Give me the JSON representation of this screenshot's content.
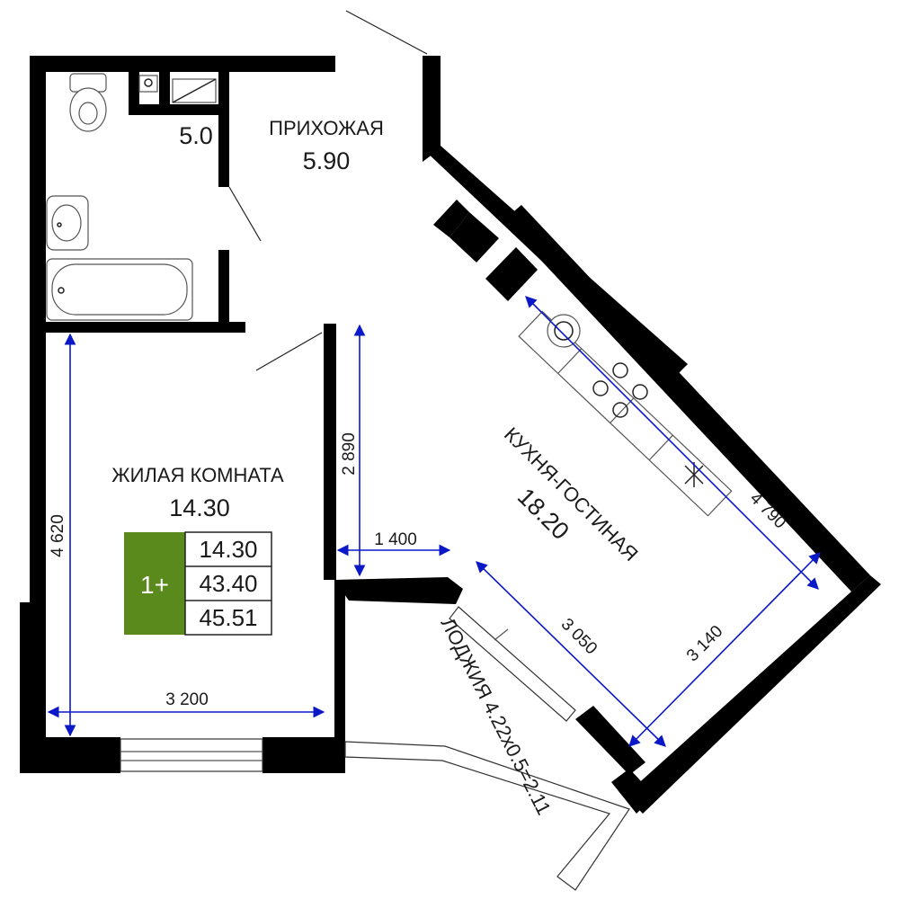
{
  "rooms": {
    "hall": {
      "name": "ПРИХОЖАЯ",
      "area": "5.90"
    },
    "bathroom": {
      "area": "5.0"
    },
    "living": {
      "name": "ЖИЛАЯ КОМНАТА",
      "area": "14.30"
    },
    "kitchen": {
      "label": "КУХНЯ-ГОСТИНАЯ",
      "area": "18.20"
    },
    "loggia": {
      "label": "ЛОДЖИЯ 4.22х0.5=2.11"
    }
  },
  "dimensions": {
    "living_height": "4 620",
    "living_width": "3 200",
    "kitchen_vertical": "2 890",
    "kitchen_short": "1 400",
    "kitchen_diag_long": "4 790",
    "kitchen_diag_mid": "3 050",
    "kitchen_diag_end": "3 140"
  },
  "summary": {
    "badge": "1+",
    "badge_color": "#5a8a1c",
    "living_area": "14.30",
    "total_area": "43.40",
    "total_with_loggia": "45.51"
  },
  "colors": {
    "walls": "#000000",
    "dimension_lines": "#0a18c8"
  }
}
